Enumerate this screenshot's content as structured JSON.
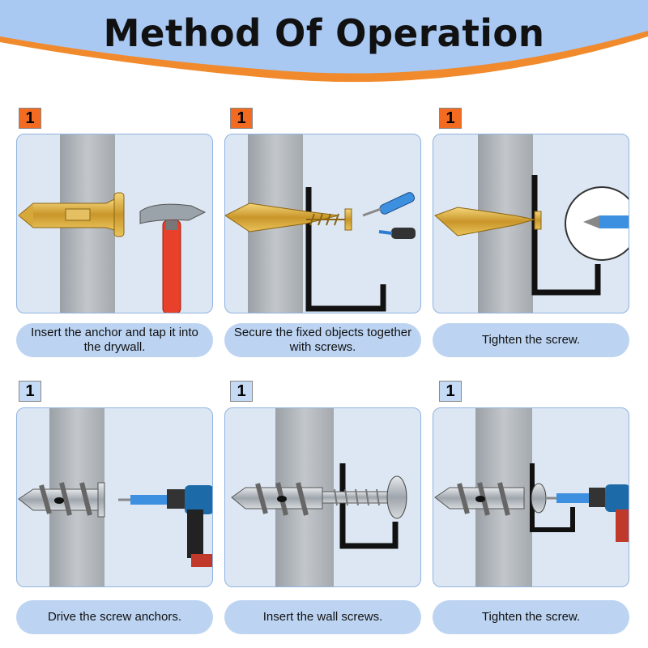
{
  "title": "Method Of Operation",
  "colors": {
    "header_blue": "#a9c8f2",
    "header_orange": "#f08a2c",
    "badge_orange": "#f26b21",
    "badge_blue": "#c5daf5",
    "panel_bg": "#dde7f3",
    "caption_bg": "#bcd4f2"
  },
  "steps": [
    {
      "badge": "1",
      "caption": "Insert the anchor and tap it into the drywall.",
      "tools": [
        "gold-anchor-icon",
        "hammer-icon"
      ]
    },
    {
      "badge": "1",
      "caption": "Secure the fixed objects together with screws.",
      "tools": [
        "gold-anchor-icon",
        "screwdriver-icon",
        "bracket-icon"
      ]
    },
    {
      "badge": "1",
      "caption": "Tighten  the screw.",
      "tools": [
        "gold-anchor-icon",
        "bracket-icon",
        "bit-magnifier-icon"
      ]
    },
    {
      "badge": "1",
      "caption": "Drive the screw anchors.",
      "tools": [
        "silver-anchor-icon",
        "drill-icon"
      ]
    },
    {
      "badge": "1",
      "caption": "Insert the wall screws.",
      "tools": [
        "silver-anchor-icon",
        "screw-icon",
        "bracket-icon"
      ]
    },
    {
      "badge": "1",
      "caption": "Tighten  the screw.",
      "tools": [
        "silver-anchor-icon",
        "drill-icon",
        "bracket-icon"
      ]
    }
  ]
}
